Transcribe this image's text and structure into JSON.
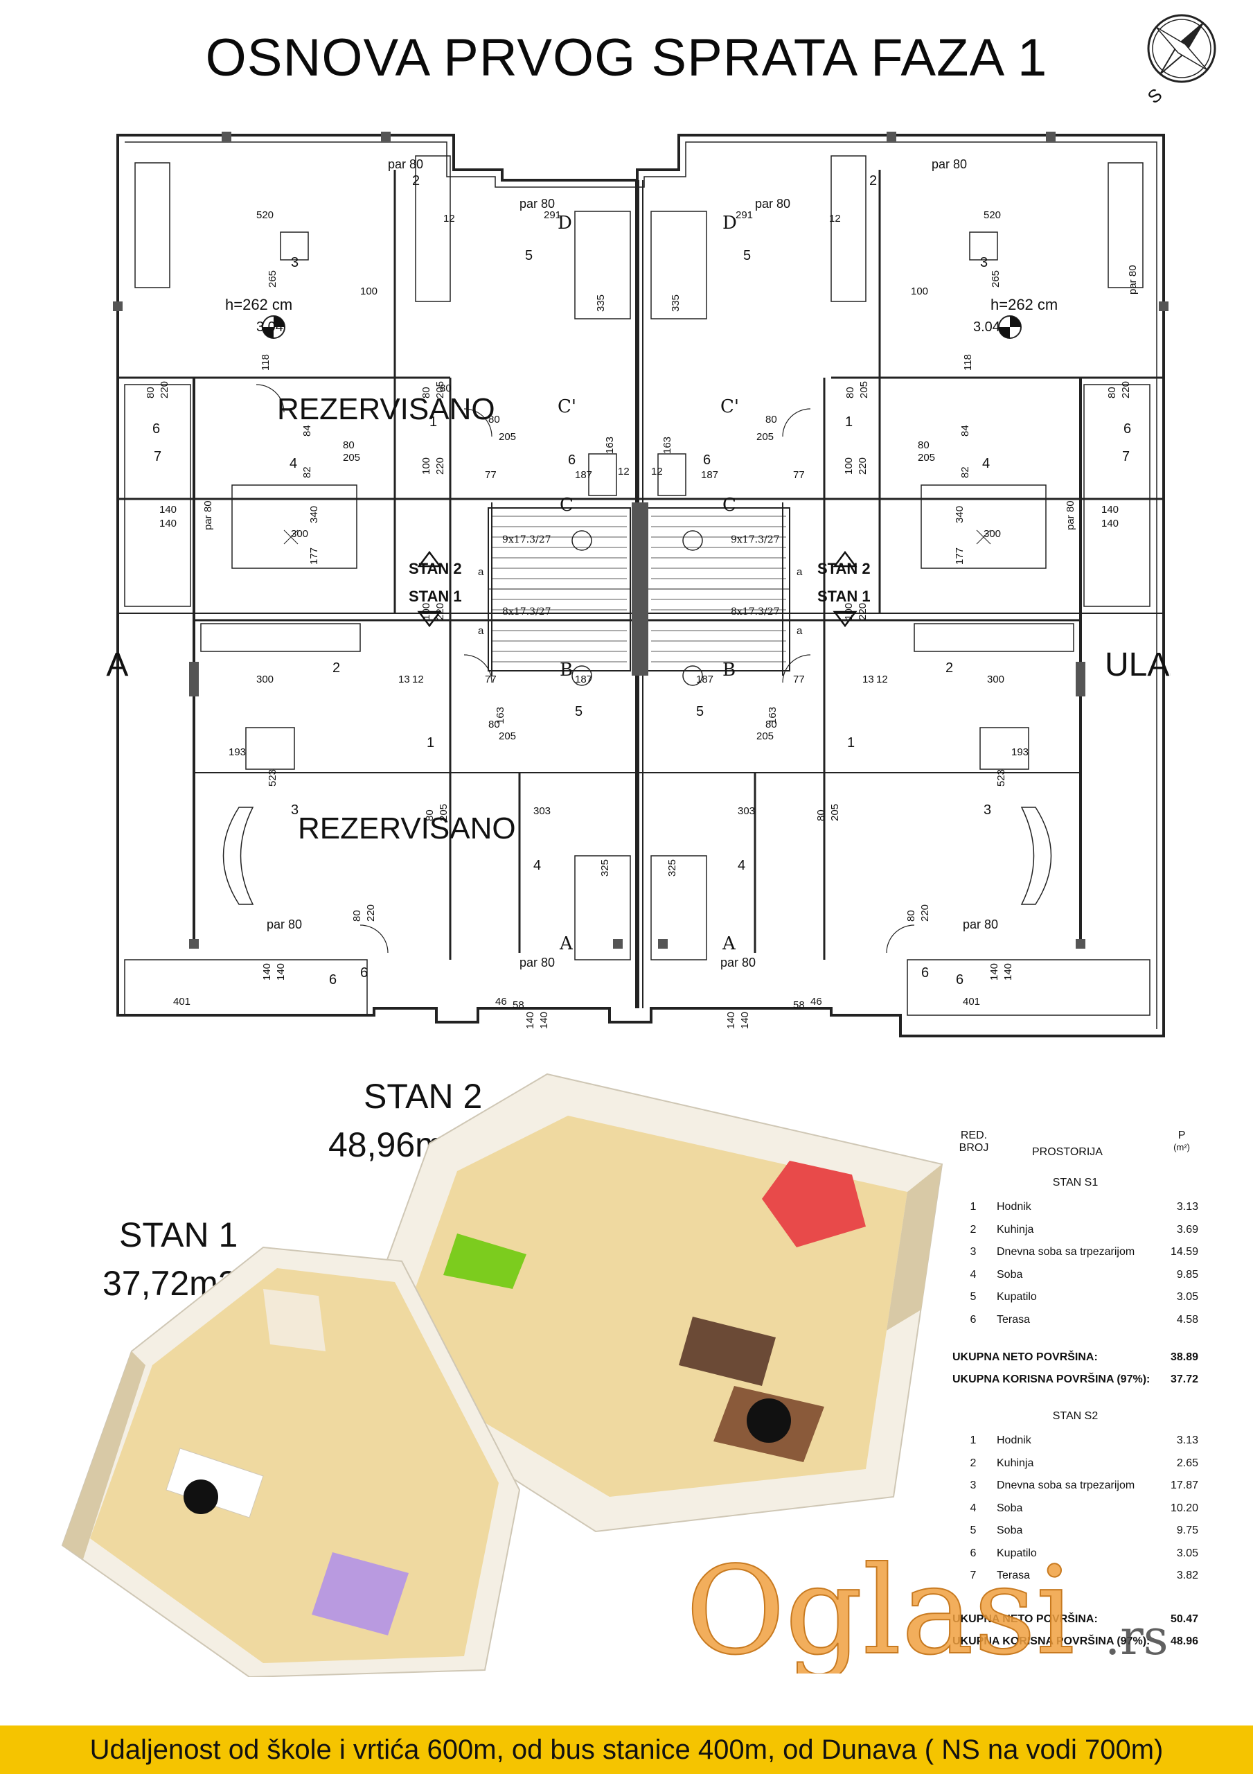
{
  "title": "OSNOVA PRVOG SPRATA FAZA 1",
  "compass": {
    "letter": "S",
    "icon": "north-arrow-icon"
  },
  "plan": {
    "entrances": [
      "ULAZ A",
      "ULAZ B"
    ],
    "reserved": [
      "REZERVISANO",
      "REZERVISANO"
    ],
    "stair_labels": {
      "stan2": "STAN 2",
      "stan1": "STAN 1"
    },
    "ceiling": "h=262 cm",
    "level": "3.04",
    "stair_upper": "9x17.3/27",
    "stair_lower": "8x17.3/27",
    "window": "par 80",
    "sections": [
      "A",
      "B",
      "C",
      "C'",
      "D"
    ],
    "room_numbers": [
      "1",
      "2",
      "3",
      "4",
      "5",
      "6",
      "7"
    ],
    "dims": {
      "d520": "520",
      "d265": "265",
      "d100": "100",
      "d118": "118",
      "d291": "291",
      "d335": "335",
      "d12": "12",
      "d80": "80",
      "d220": "220",
      "d205": "205",
      "d84": "84",
      "d82": "82",
      "d340": "340",
      "d300": "300",
      "d177": "177",
      "d140": "140",
      "d187": "187",
      "d77": "77",
      "d163": "163",
      "d13": "13",
      "d193": "193",
      "d523": "523",
      "d303": "303",
      "d325": "325",
      "d401": "401",
      "d46": "46",
      "d58": "58",
      "a": "a"
    }
  },
  "stan2": {
    "name": "STAN 2",
    "area": "48,96m2"
  },
  "stan1": {
    "name": "STAN 1",
    "area": "37,72m2"
  },
  "table": {
    "col1": [
      "RED.",
      "BROJ"
    ],
    "col2": "PROSTORIJA",
    "col3": "P",
    "col3unit": "(m²)",
    "s1": {
      "title": "STAN S1",
      "rows": [
        {
          "n": "1",
          "name": "Hodnik",
          "v": "3.13"
        },
        {
          "n": "2",
          "name": "Kuhinja",
          "v": "3.69"
        },
        {
          "n": "3",
          "name": "Dnevna soba sa trpezarijom",
          "v": "14.59"
        },
        {
          "n": "4",
          "name": "Soba",
          "v": "9.85"
        },
        {
          "n": "5",
          "name": "Kupatilo",
          "v": "3.05"
        },
        {
          "n": "6",
          "name": "Terasa",
          "v": "4.58"
        }
      ],
      "neto_label": "UKUPNA NETO POVRŠINA:",
      "neto": "38.89",
      "kor_label": "UKUPNA KORISNA POVRŠINA (97%):",
      "kor": "37.72"
    },
    "s2": {
      "title": "STAN S2",
      "rows": [
        {
          "n": "1",
          "name": "Hodnik",
          "v": "3.13"
        },
        {
          "n": "2",
          "name": "Kuhinja",
          "v": "2.65"
        },
        {
          "n": "3",
          "name": "Dnevna soba sa trpezarijom",
          "v": "17.87"
        },
        {
          "n": "4",
          "name": "Soba",
          "v": "10.20"
        },
        {
          "n": "5",
          "name": "Soba",
          "v": "9.75"
        },
        {
          "n": "6",
          "name": "Kupatilo",
          "v": "3.05"
        },
        {
          "n": "7",
          "name": "Terasa",
          "v": "3.82"
        }
      ],
      "neto_label": "UKUPNA NETO POVRŠINA:",
      "neto": "50.47",
      "kor_label": "UKUPNA KORISNA POVRŠINA (97%):",
      "kor": "48.96"
    }
  },
  "watermark": {
    "text": "Oglasi",
    "suffix": ".rs"
  },
  "footer": "Udaljenost od škole i vrtića 600m, od bus stanice 400m, od Dunava ( NS na vodi 700m)",
  "colors": {
    "footer_bg": "#f5c400",
    "watermark": "#f0a040",
    "bed_red": "#e84a4a",
    "bed_green": "#7ccc1e",
    "bed_purple": "#b99ae0",
    "floor": "#efd9a0"
  }
}
